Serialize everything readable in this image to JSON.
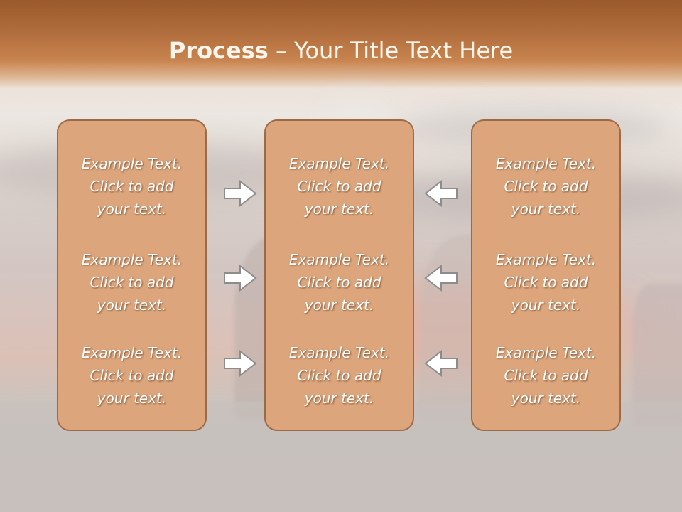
{
  "slide": {
    "title_bold": "Process",
    "title_rest": " – Your Title Text Here"
  },
  "panels": [
    {
      "blocks": [
        {
          "line1": "Example Text.",
          "line2": "Click  to add",
          "line3": "your text."
        },
        {
          "line1": "Example Text.",
          "line2": "Click  to add",
          "line3": "your text."
        },
        {
          "line1": "Example Text.",
          "line2": "Click  to add",
          "line3": "your text."
        }
      ]
    },
    {
      "blocks": [
        {
          "line1": "Example Text.",
          "line2": "Click  to add",
          "line3": "your text."
        },
        {
          "line1": "Example Text.",
          "line2": "Click  to add",
          "line3": "your text."
        },
        {
          "line1": "Example Text.",
          "line2": "Click  to add",
          "line3": "your text."
        }
      ]
    },
    {
      "blocks": [
        {
          "line1": "Example Text.",
          "line2": "Click  to add",
          "line3": "your text."
        },
        {
          "line1": "Example Text.",
          "line2": "Click  to add",
          "line3": "your text."
        },
        {
          "line1": "Example Text.",
          "line2": "Click  to add",
          "line3": "your text."
        }
      ]
    }
  ],
  "arrows": {
    "left_group": [
      "arrow-right-icon",
      "arrow-right-icon",
      "arrow-right-icon"
    ],
    "right_group": [
      "arrow-left-icon",
      "arrow-left-icon",
      "arrow-left-icon"
    ]
  },
  "colors": {
    "title_band": "#ad6a3a",
    "panel_fill": "#dca57b",
    "panel_border": "#9d6a48",
    "text": "#ffffff",
    "arrow_fill": "#ffffff",
    "arrow_stroke": "#8c8c8c"
  }
}
